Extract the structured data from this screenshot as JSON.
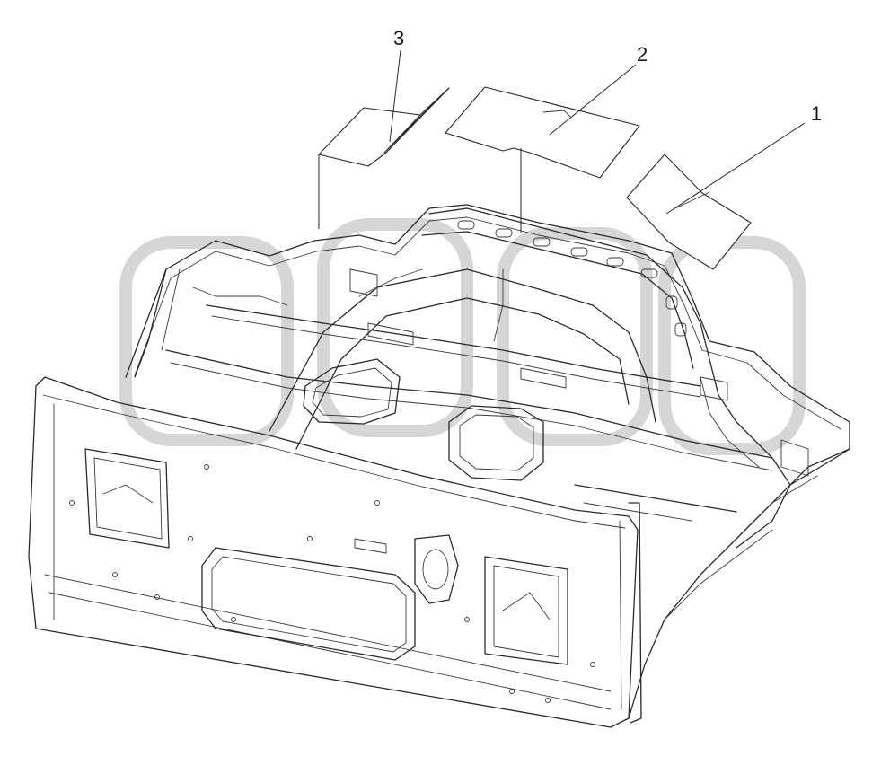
{
  "diagram": {
    "callouts": [
      {
        "label": "3",
        "part": "insulation-pad-left"
      },
      {
        "label": "2",
        "part": "insulation-pad-center"
      },
      {
        "label": "1",
        "part": "insulation-pad-right"
      }
    ],
    "colors": {
      "line": "#2a2a2a",
      "background": "#ffffff",
      "watermark": "#d6d6d6"
    }
  }
}
